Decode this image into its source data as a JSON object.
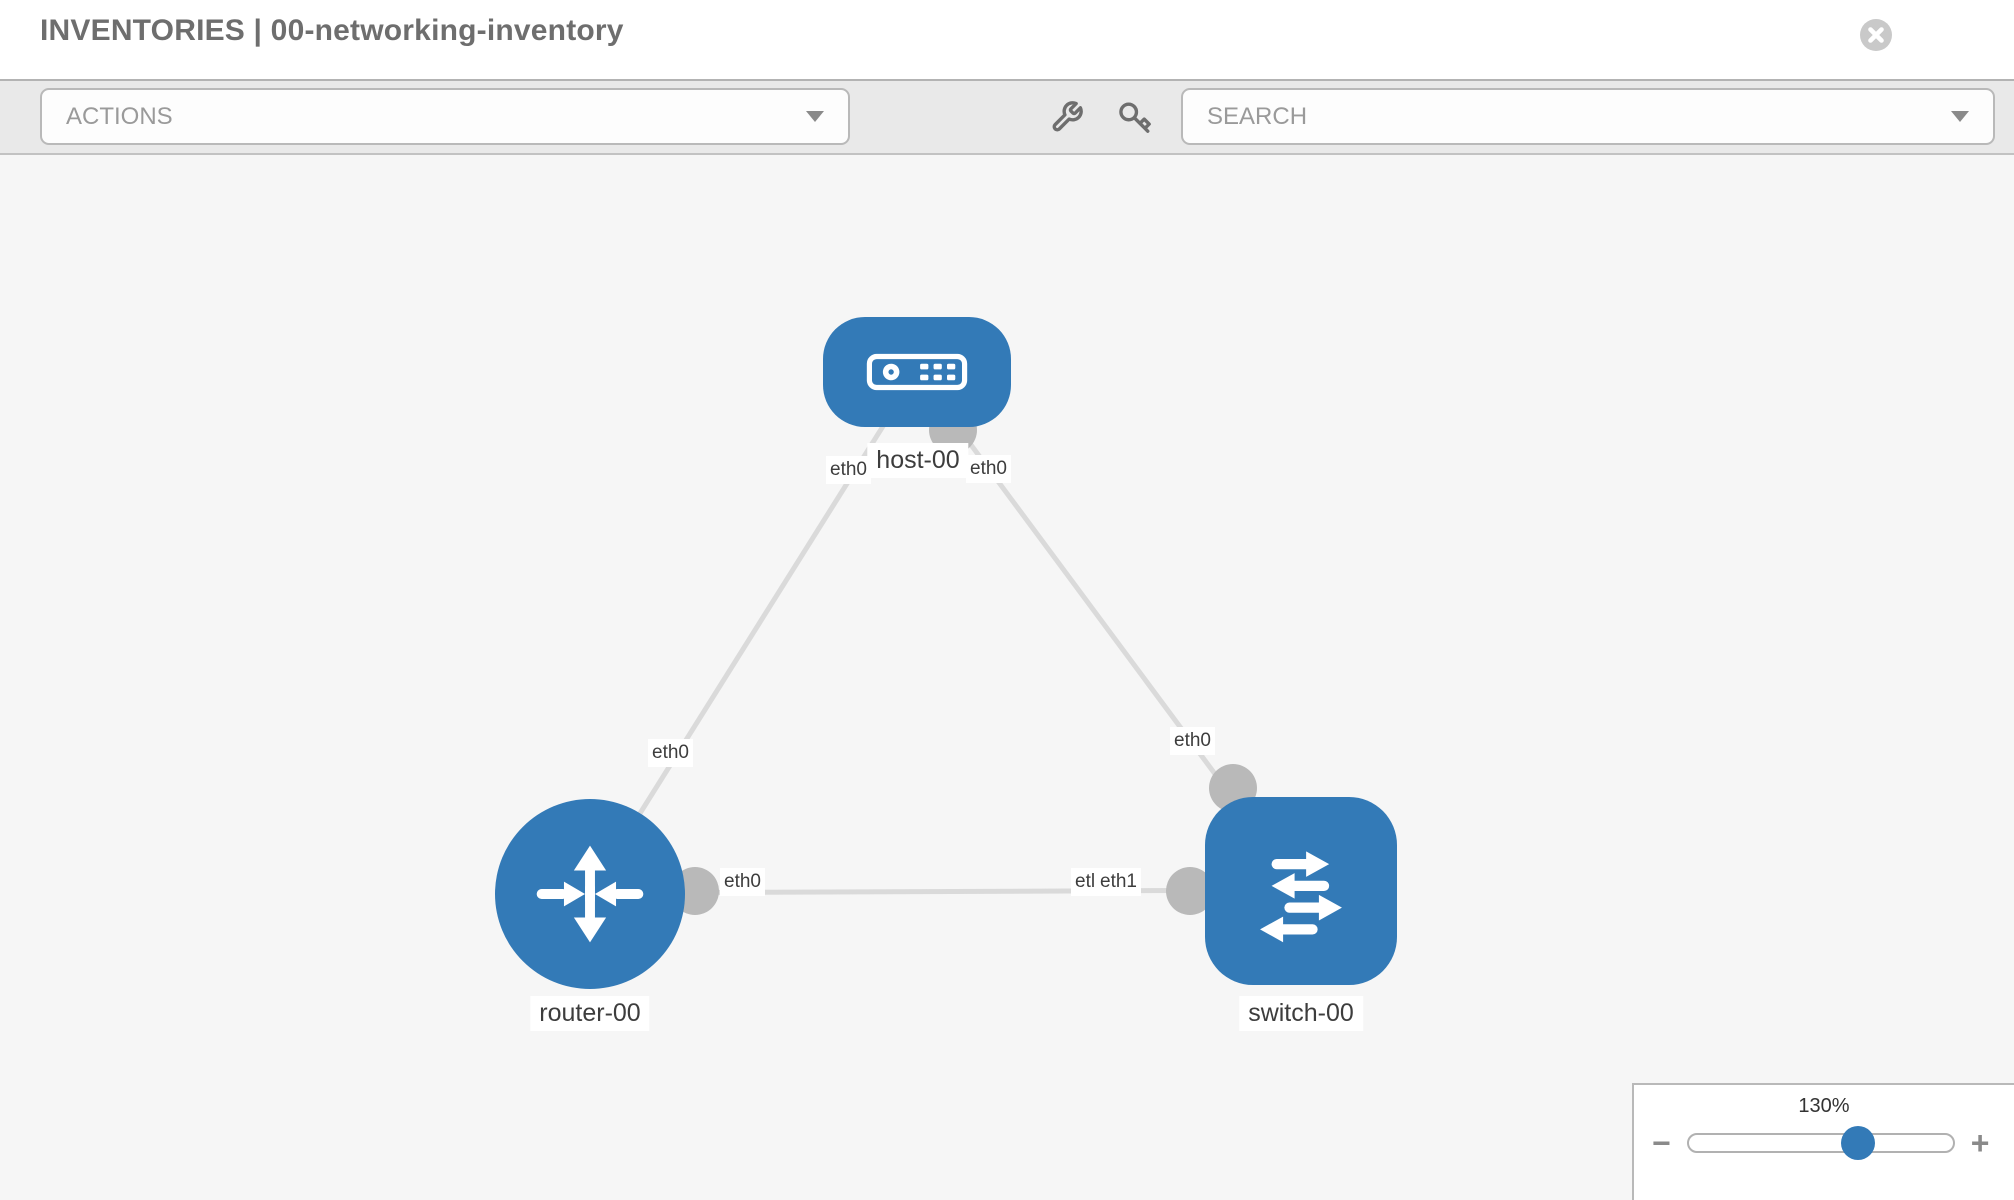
{
  "window": {
    "title": "INVENTORIES | 00-networking-inventory",
    "close_icon": "x-circle"
  },
  "toolbar": {
    "actions": {
      "label": "ACTIONS",
      "caret_icon": "caret-down"
    },
    "tools": [
      {
        "icon": "wrench-icon"
      },
      {
        "icon": "key-icon"
      }
    ],
    "search": {
      "placeholder": "SEARCH",
      "caret_icon": "caret-down"
    }
  },
  "topology": {
    "nodes": [
      {
        "id": "host-00",
        "type": "host",
        "label": "host-00",
        "icon": "host-icon"
      },
      {
        "id": "router-00",
        "type": "router",
        "label": "router-00",
        "icon": "router-icon"
      },
      {
        "id": "switch-00",
        "type": "switch",
        "label": "switch-00",
        "icon": "switch-icon"
      }
    ],
    "links": [
      {
        "from": "host-00",
        "to": "router-00",
        "from_interface": "eth0",
        "to_interface": "eth0"
      },
      {
        "from": "host-00",
        "to": "switch-00",
        "from_interface": "eth0",
        "to_interface": "eth0"
      },
      {
        "from": "router-00",
        "to": "switch-00",
        "from_interface": "eth0",
        "to_interface": "eth1",
        "to_interface_overlap_fragment": "etl"
      }
    ]
  },
  "zoom": {
    "level": "130%",
    "minus_label": "−",
    "plus_label": "+",
    "slider_percent": 64
  },
  "colors": {
    "node_blue": "#337ab7",
    "link_gray": "#dadada",
    "interface_gray": "#b9b9b9",
    "canvas_bg": "#f6f6f6",
    "toolbar_bg": "#e9e9e9"
  }
}
